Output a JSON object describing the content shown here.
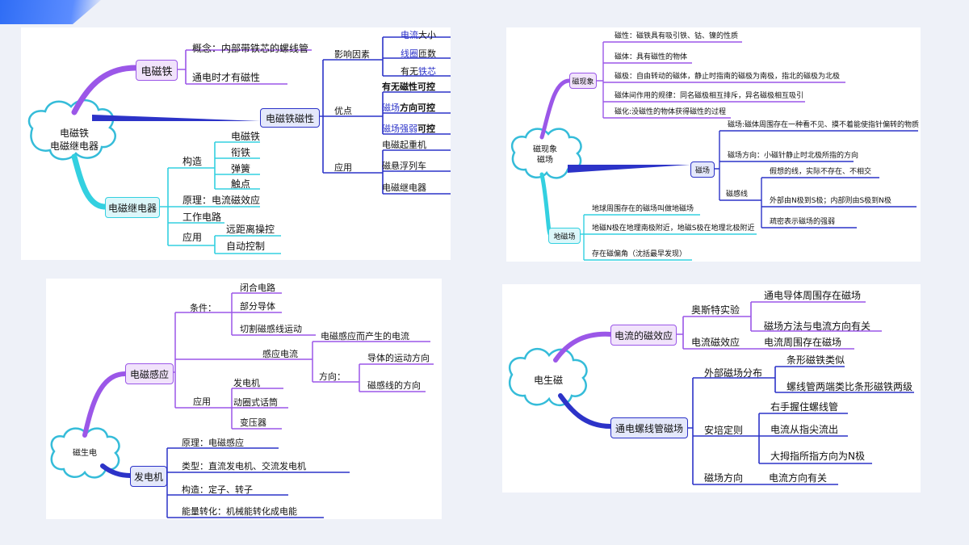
{
  "colors": {
    "purple": "#9b57e8",
    "blue": "#2c33c8",
    "cyan": "#33d0e0",
    "boxPurple": "#f1e3fb",
    "boxBlue": "#e4e8fb",
    "boxCyan": "#dcf7fa"
  },
  "m1": {
    "root": [
      "电磁铁",
      "电磁继电器"
    ],
    "b1": "电磁铁",
    "b1_items": [
      "概念：内部带铁芯的螺线管",
      "通电时才有磁性"
    ],
    "b2": "电磁铁磁性",
    "b2_g1": "影响因素",
    "b2_g1_items": [
      [
        "电流",
        "大小"
      ],
      [
        "线圈",
        "匝数"
      ],
      [
        "有无",
        "铁芯"
      ]
    ],
    "b2_g2": "优点",
    "b2_g2_items": [
      [
        "有无磁性",
        "可控"
      ],
      [
        "磁场",
        "方向可控"
      ],
      [
        "磁场强弱",
        "可控"
      ]
    ],
    "b2_g3": "应用",
    "b2_g3_items": [
      "电磁起重机",
      "磁悬浮列车",
      "电磁继电器"
    ],
    "b3": "电磁继电器",
    "b3_g1": "构造",
    "b3_g1_items": [
      "电磁铁",
      "衔铁",
      "弹簧",
      "触点"
    ],
    "b3_item2": "原理：电流磁效应",
    "b3_item3": "工作电路",
    "b3_g4": "应用",
    "b3_g4_items": [
      "远距离操控",
      "自动控制"
    ]
  },
  "m2": {
    "root": [
      "磁现象",
      "磁场"
    ],
    "b1": "磁现象",
    "b1_items": [
      "磁性：磁铁具有吸引铁、钴、镍的性质",
      "磁体：具有磁性的物体",
      "磁极：自由转动的磁体，静止时指南的磁极为南极，指北的磁极为北极",
      "磁体间作用的规律：同名磁极相互排斥，异名磁极相互吸引",
      "磁化:没磁性的物体获得磁性的过程"
    ],
    "b2": "磁场",
    "b2_items": [
      "磁场:磁体周围存在一种看不见、摸不着能使指针偏转的物质",
      "磁场方向：小磁针静止时北极所指的方向"
    ],
    "b2_g3": "磁感线",
    "b2_g3_items": [
      "假想的线，实际不存在、不相交",
      "外部由N极到S极；内部则由S极到N极",
      "疏密表示磁场的强弱"
    ],
    "b3": "地磁场",
    "b3_items": [
      "地球周围存在的磁场叫做地磁场",
      "地磁N极在地理南极附近，地磁S极在地理北极附近",
      "存在磁偏角（沈括最早发现）"
    ]
  },
  "m3": {
    "root": "磁生电",
    "b1": "电磁感应",
    "b1_g1": "条件：",
    "b1_g1_items": [
      "闭合电路",
      "部分导体",
      "切割磁感线运动"
    ],
    "b1_g2": "感应电流",
    "b1_g2_item1": "电磁感应而产生的电流",
    "b1_g2_g": "方向：",
    "b1_g2_g_items": [
      "导体的运动方向",
      "磁感线的方向"
    ],
    "b1_g3": "应用",
    "b1_g3_items": [
      "发电机",
      "动圈式话筒",
      "变压器"
    ],
    "b2": "发电机",
    "b2_items": [
      "原理：电磁感应",
      "类型：直流发电机、交流发电机",
      "构造：定子、转子",
      "能量转化：机械能转化成电能"
    ]
  },
  "m4": {
    "root": "电生磁",
    "b1": "电流的磁效应",
    "b1_g1": "奥斯特实验",
    "b1_g1_items": [
      "通电导体周围存在磁场",
      "磁场方法与电流方向有关"
    ],
    "b1_g2": "电流磁效应",
    "b1_g2_item": "电流周围存在磁场",
    "b2": "通电螺线管磁场",
    "b2_g1": "外部磁场分布",
    "b2_g1_items": [
      "条形磁铁类似",
      "螺线管两端类比条形磁铁两级"
    ],
    "b2_g2": "安培定则",
    "b2_g2_items": [
      "右手握住螺线管",
      "电流从指尖流出",
      "大拇指所指方向为N极"
    ],
    "b2_g3": "磁场方向",
    "b2_g3_item": "电流方向有关"
  }
}
